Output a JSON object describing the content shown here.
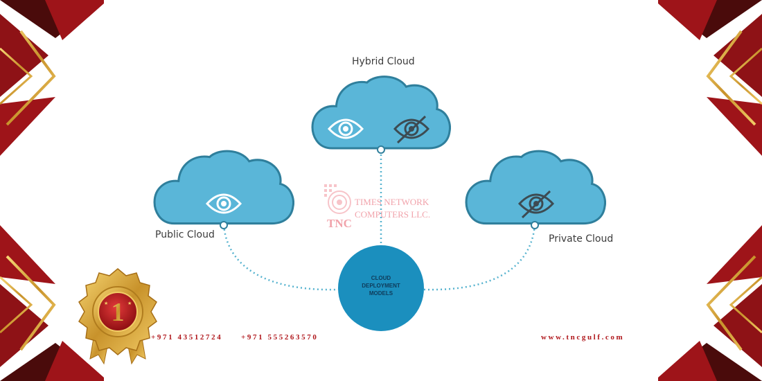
{
  "diagram": {
    "center": {
      "lines": [
        "CLOUD",
        "DEPLOYMENT",
        "MODELS"
      ]
    },
    "nodes": [
      {
        "label": "Hybrid Cloud",
        "icons": [
          "eye-icon",
          "eye-slash-icon"
        ]
      },
      {
        "label": "Public Cloud",
        "icons": [
          "eye-icon"
        ]
      },
      {
        "label": "Private Cloud",
        "icons": [
          "eye-slash-icon"
        ]
      }
    ]
  },
  "watermark": {
    "company_lines": [
      "TIMES NETWORK",
      "COMPUTERS LLC."
    ],
    "abbr": "TNC"
  },
  "footer": {
    "phone_1": "+971 43512724",
    "phone_2": "+971 555263570",
    "website": "www.tncgulf.com"
  },
  "badge": {
    "rank": "1"
  },
  "colors": {
    "cloud_fill": "#5ab6d8",
    "cloud_stroke": "#2f7f9c",
    "center_fill": "#1b8fbe",
    "connector": "#57b3cf",
    "accent_red": "#b0171c",
    "dark_red": "#4a0b0b",
    "gold": "#d9a53a"
  }
}
